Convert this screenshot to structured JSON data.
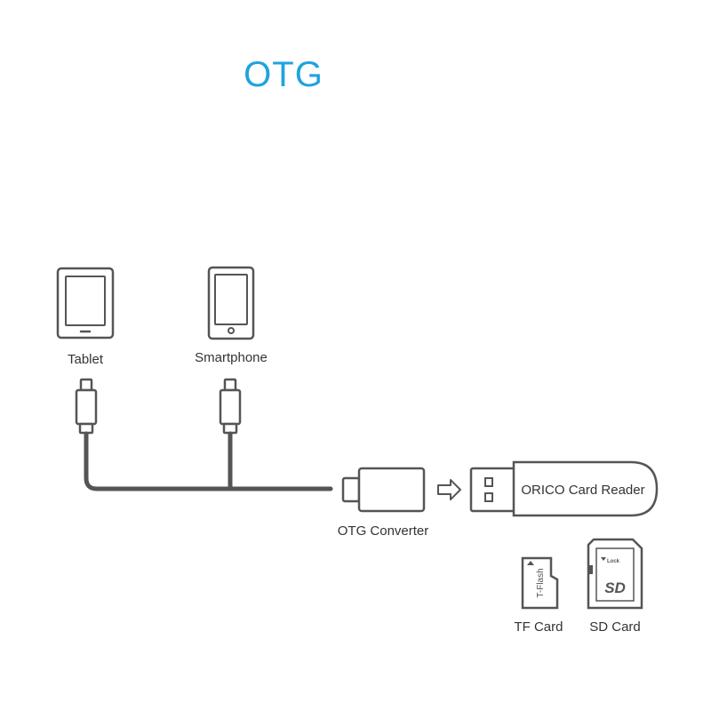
{
  "title": "OTG",
  "devices": {
    "tablet_label": "Tablet",
    "smartphone_label": "Smartphone"
  },
  "converter_label": "OTG Converter",
  "card_reader_label": "ORICO Card Reader",
  "cards": {
    "tf_label": "TF Card",
    "tf_card_text": "T-Flash",
    "sd_label": "SD Card",
    "sd_lock_text": "Lock",
    "sd_logo_text": "SD"
  },
  "colors": {
    "title": "#1ea3df",
    "stroke": "#555555",
    "cable": "#555555"
  }
}
